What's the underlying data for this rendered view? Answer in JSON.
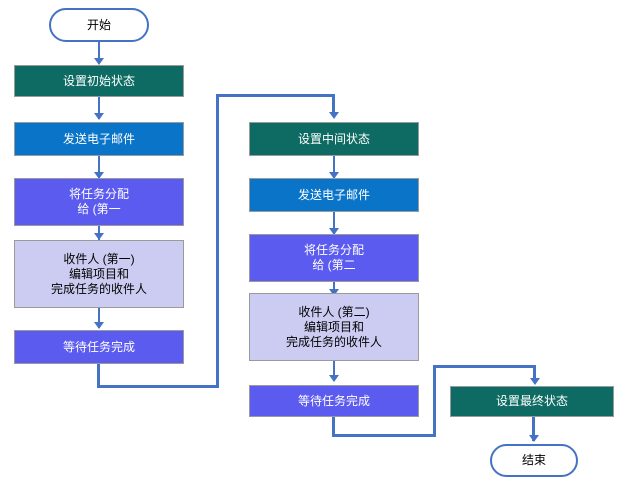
{
  "diagram": {
    "title_artifact": "",
    "colors": {
      "teal": "#0d6b63",
      "blue": "#0a74c8",
      "violet": "#5b5bef",
      "lavender": "#ccccf2",
      "connector": "#4472c4",
      "terminator_border": "#4472c4",
      "background": "#ffffff"
    },
    "left_branch": {
      "start": {
        "label": "开始"
      },
      "set_initial_state": {
        "label": "设置初始状态"
      },
      "send_email": {
        "label": "发送电子邮件"
      },
      "assign_task": {
        "line1": "将任务分配",
        "line2": "给 (第一"
      },
      "recipient": {
        "line1": "收件人 (第一)",
        "line2": "编辑项目和",
        "line3": "完成任务的收件人"
      },
      "wait_complete": {
        "label": "等待任务完成"
      }
    },
    "right_branch": {
      "set_intermediate_state": {
        "label": "设置中间状态"
      },
      "send_email": {
        "label": "发送电子邮件"
      },
      "assign_task": {
        "line1": "将任务分配",
        "line2": "给 (第二"
      },
      "recipient": {
        "line1": "收件人 (第二)",
        "line2": "编辑项目和",
        "line3": "完成任务的收件人"
      },
      "wait_complete": {
        "label": "等待任务完成"
      }
    },
    "final_branch": {
      "set_final_state": {
        "label": "设置最终状态"
      },
      "end": {
        "label": "结束"
      }
    }
  }
}
